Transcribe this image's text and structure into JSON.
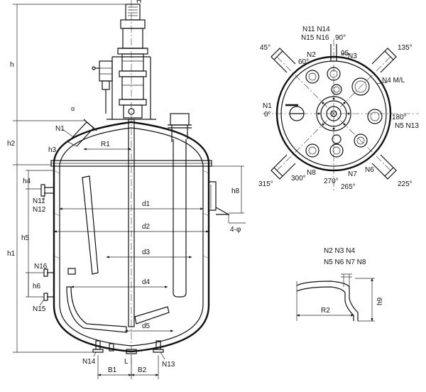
{
  "labels": {
    "H": "H",
    "h": "h",
    "h2": "h2",
    "h1": "h1",
    "h3": "h3",
    "h4": "h4",
    "h5": "h5",
    "h6": "h6",
    "h8": "h8",
    "h9": "h9",
    "alpha": "α",
    "N1": "N1",
    "R1": "R1",
    "N11": "N11",
    "N12": "N12",
    "N16": "N16",
    "N15": "N15",
    "N14": "N14",
    "N13": "N13",
    "d1": "d1",
    "d2": "d2",
    "d3": "d3",
    "d4": "d4",
    "d5": "d5",
    "four_phi": "4-φ",
    "L": "L",
    "B1": "B1",
    "B2": "B2"
  },
  "top_view": {
    "head1": "N11 N14",
    "head2": "N15 N16",
    "a90": "90°",
    "a45": "45°",
    "a135": "135°",
    "N2": "N2",
    "a95": "95",
    "N3": "N3",
    "a60": "60°",
    "N4ML": "N4 M/L",
    "N1": "N1",
    "a0": "0°",
    "a180": "180°",
    "N5N13": "N5 N13",
    "N8": "N8",
    "N7": "N7",
    "N6": "N6",
    "a300": "300°",
    "a270": "270°",
    "a265": "265°",
    "a315": "315°",
    "a225": "225°"
  },
  "detail": {
    "line1": "N2 N3 N4",
    "line2": "N5 N6 N7 N8",
    "R2": "R2",
    "h9": "h9"
  }
}
